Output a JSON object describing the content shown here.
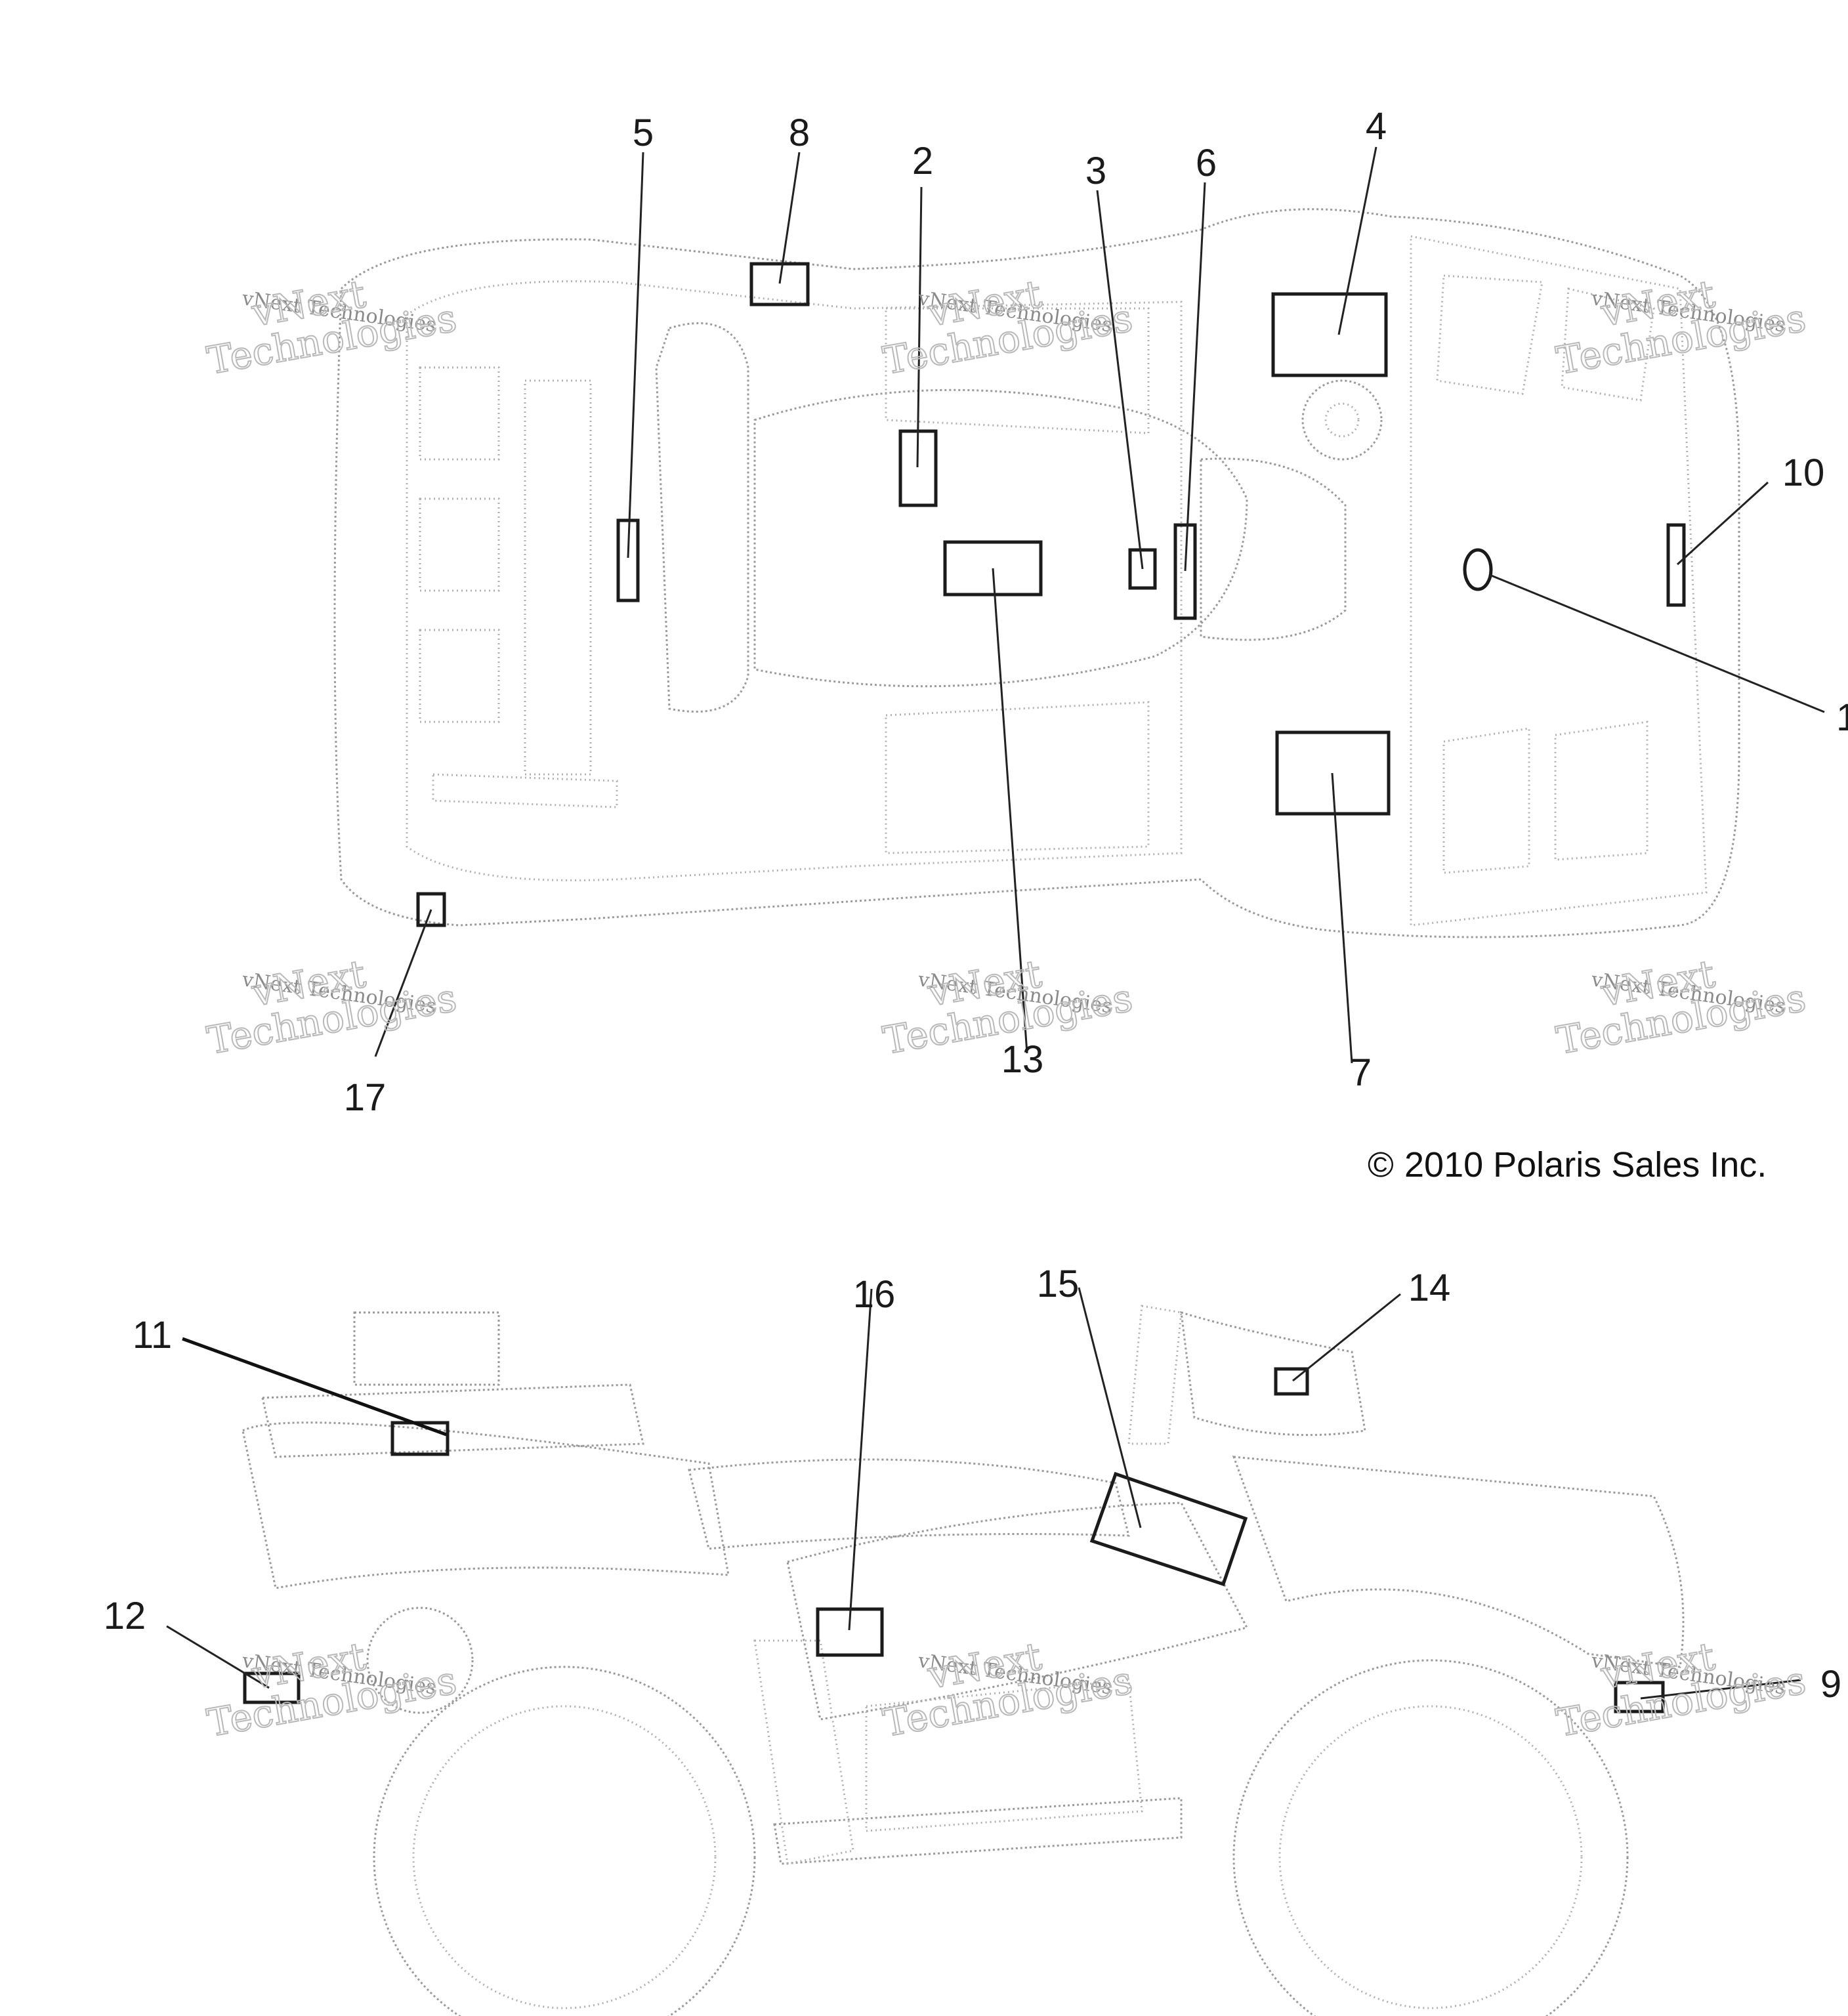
{
  "top_view": {
    "callouts": [
      "5",
      "8",
      "2",
      "3",
      "6",
      "4",
      "10",
      "1",
      "17",
      "13",
      "7"
    ]
  },
  "side_view": {
    "callouts": [
      "11",
      "16",
      "15",
      "14",
      "12",
      "9"
    ]
  },
  "copyright": "2010 Polaris Sales Inc.",
  "copyright_symbol": "©",
  "watermark": {
    "line1": "vNext Technologies",
    "line2a": "vNext",
    "line2b": "Technologies"
  }
}
